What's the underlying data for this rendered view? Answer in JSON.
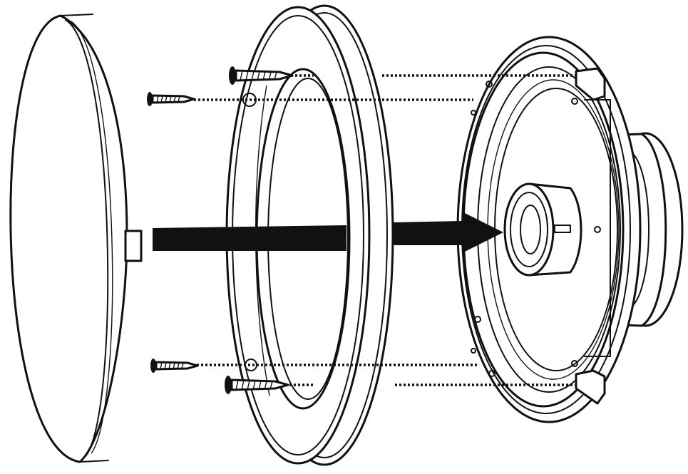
{
  "diagram": {
    "kind": "exploded-assembly",
    "parts": [
      "speaker-grille",
      "mounting-ring",
      "screw",
      "coaxial-speaker"
    ],
    "screw_count": 4,
    "assembly_direction": "left-to-right",
    "colors": {
      "line": "#111111",
      "background": "#ffffff"
    }
  }
}
